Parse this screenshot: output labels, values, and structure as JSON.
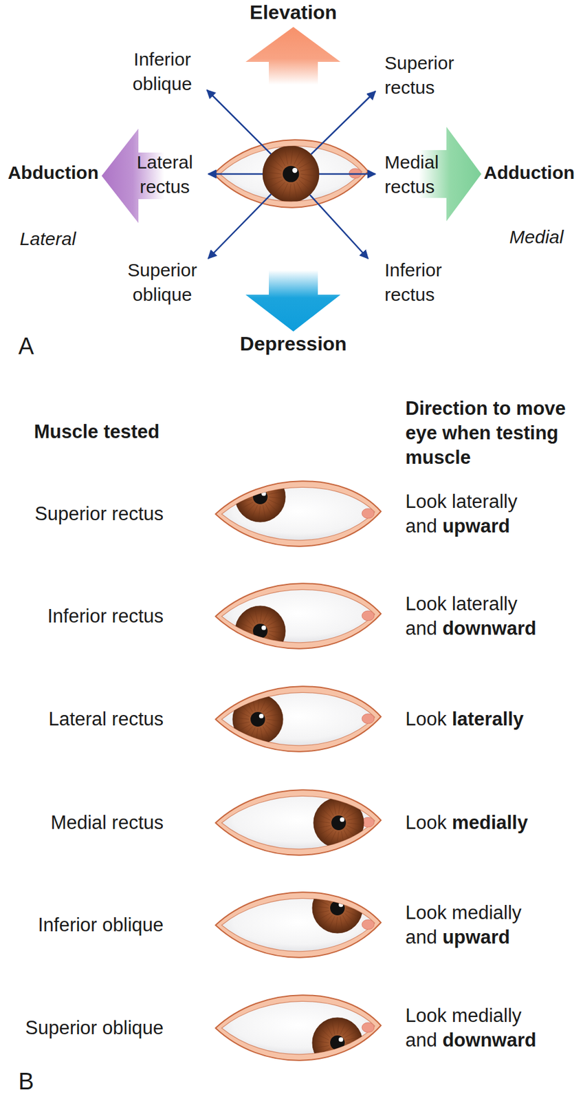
{
  "diagram": {
    "labels": [
      "Elevation",
      "Inferior oblique",
      "Superior rectus",
      "Abduction",
      "Lateral rectus",
      "Medial rectus",
      "Adduction",
      "Lateral",
      "Medial",
      "Superior oblique",
      "Inferior rectus",
      "Depression",
      "A",
      "Muscle tested",
      "Direction to move eye when testing muscle",
      "Superior rectus",
      "Look laterally and",
      "upward",
      "Inferior rectus",
      "Look laterally and",
      "downward",
      "Lateral rectus",
      "Look",
      "laterally",
      "Medial rectus",
      "Look",
      "medially",
      "Inferior oblique",
      "Look medially and",
      "upward",
      "Superior oblique",
      "Look medially and",
      "downward",
      "B"
    ]
  }
}
